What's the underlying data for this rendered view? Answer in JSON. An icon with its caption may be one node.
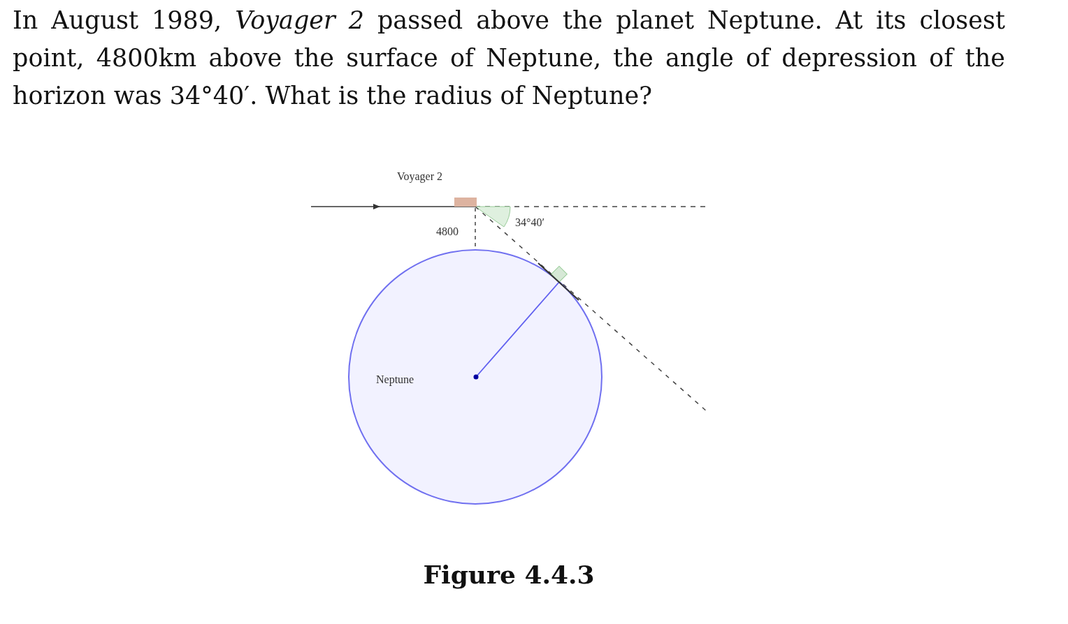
{
  "diagram": {
    "title": "In August 1989, *Voyager 2* passed above the planet Neptune. At its closest point, 4800km above the surface of Neptune, the angle of depression of the horizon was 34°40′. What is the radius of Neptune?",
    "caption": "Figure 4.4.3",
    "nodes": [
      {
        "text": [
          "Voyager 2"
        ]
      },
      {
        "text": [
          "Neptune"
        ]
      }
    ],
    "labels": [
      "4800",
      "34°40′"
    ]
  }
}
